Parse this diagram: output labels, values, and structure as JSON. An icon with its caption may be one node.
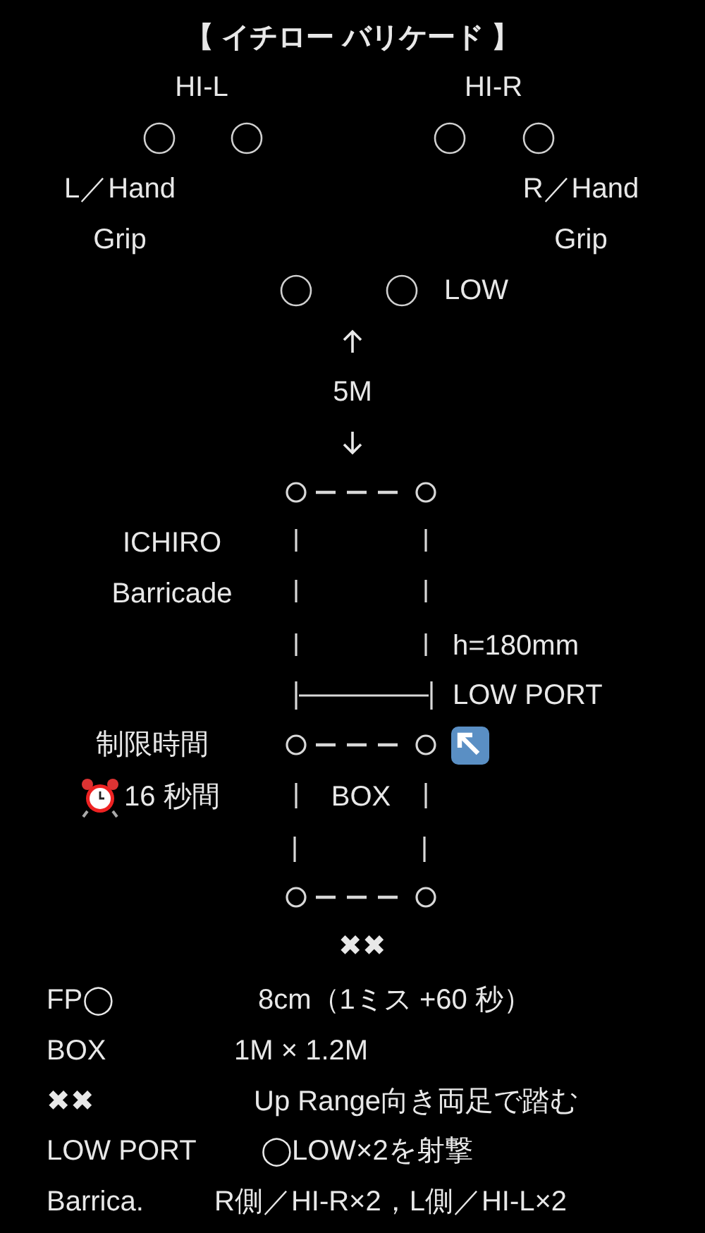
{
  "diagram": {
    "title": "【 イチロー バリケード 】",
    "labels": [
      "HI-L",
      "HI-R",
      "L／Hand Grip",
      "R／Hand Grip",
      "LOW",
      "5M",
      "ICHIRO Barricade",
      "h=180mm",
      "LOW PORT",
      "制限時間",
      "16 秒間",
      "BOX",
      "✖✖",
      "FP◯",
      "8cm（1ミス +60 秒）",
      "BOX",
      "1M  × 1.2M",
      "✖✖",
      "Up Range向き両足で踏む",
      "LOW PORT",
      "◯LOW×2を射撃",
      "Barrica.",
      "R側／HI-R×2，L側／HI-L×2"
    ]
  }
}
